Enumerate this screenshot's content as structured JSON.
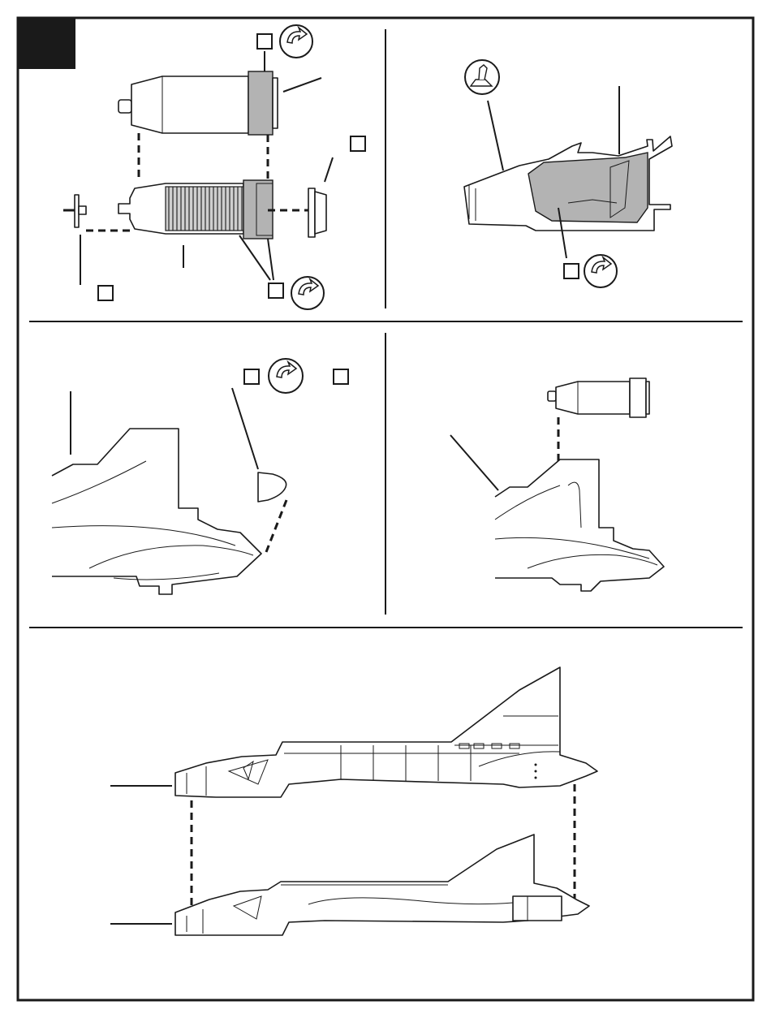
{
  "document": {
    "type": "model kit assembly instruction sheet",
    "step_badge": "",
    "panels": [
      {
        "id": "exhaust-assembly",
        "icons": [
          "part-number-box",
          "glue-icon",
          "part-number-box",
          "part-number-box",
          "part-number-box",
          "glue-icon"
        ]
      },
      {
        "id": "cockpit-side-glue",
        "icons": [
          "decal-icon",
          "part-number-box",
          "glue-icon"
        ]
      },
      {
        "id": "nose-cone-attach",
        "icons": [
          "part-number-box",
          "glue-icon",
          "part-number-box"
        ]
      },
      {
        "id": "exhaust-into-fuselage",
        "icons": []
      },
      {
        "id": "fuselage-halves-join",
        "icons": []
      }
    ]
  },
  "colors": {
    "line": "#1a1a1a",
    "glue_area": "#b3b3b3",
    "badge": "#1a1a1a",
    "paper": "#ffffff"
  }
}
